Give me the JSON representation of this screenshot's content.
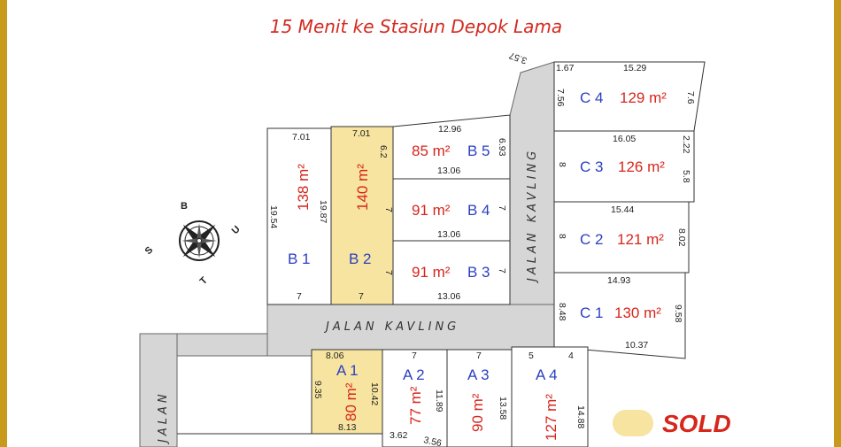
{
  "subtitle": "15 Menit ke Stasiun Depok Lama",
  "roads": {
    "horizontal": "JALAN KAVLING",
    "vertical": "JALAN KAVLING",
    "left": "JALAN"
  },
  "compass": {
    "b": "B",
    "u": "U",
    "s": "S",
    "t": "T"
  },
  "legend": {
    "label": "SOLD",
    "color": "#f6e4a0"
  },
  "lots": {
    "b1": {
      "id": "B 1",
      "area": "138 m²",
      "top": "7.01",
      "left": "19.54",
      "right": "19.87",
      "bottom": "7"
    },
    "b2": {
      "id": "B 2",
      "area": "140 m²",
      "top": "7.01",
      "right_top": "6.2",
      "right": "7",
      "right_low": "7",
      "bottom": "7"
    },
    "b5": {
      "id": "B 5",
      "area": "85 m²",
      "top": "12.96",
      "bottom": "13.06",
      "right": "6.93"
    },
    "b4": {
      "id": "B 4",
      "area": "91 m²",
      "bottom": "13.06",
      "right": "7"
    },
    "b3": {
      "id": "B 3",
      "area": "91 m²",
      "bottom": "13.06",
      "right": "7"
    },
    "c4": {
      "id": "C 4",
      "area": "129 m²",
      "top": "15.29",
      "corner": "1.67",
      "left": "7.56",
      "right": "7.6",
      "edge": "3.57"
    },
    "c3": {
      "id": "C 3",
      "area": "126 m²",
      "top": "16.05",
      "left": "8",
      "right": "5.8",
      "right_top": "2.22"
    },
    "c2": {
      "id": "C 2",
      "area": "121 m²",
      "top": "15.44",
      "left": "8",
      "right": "8.02"
    },
    "c1": {
      "id": "C 1",
      "area": "130 m²",
      "top": "14.93",
      "left": "8.48",
      "right": "9.58",
      "bottom": "10.37"
    },
    "a1": {
      "id": "A 1",
      "area": "80 m²",
      "top": "8.06",
      "left": "9.35",
      "right": "10.42",
      "bottom": "8.13"
    },
    "a2": {
      "id": "A 2",
      "area": "77 m²",
      "top": "7",
      "right": "11.89",
      "bottom_left": "3.62",
      "bottom_right": "3.56"
    },
    "a3": {
      "id": "A 3",
      "area": "90 m²",
      "top": "7",
      "right": "13.58"
    },
    "a4": {
      "id": "A 4",
      "area": "127 m²",
      "top_left": "5",
      "top_right": "4",
      "right": "14.88"
    }
  }
}
